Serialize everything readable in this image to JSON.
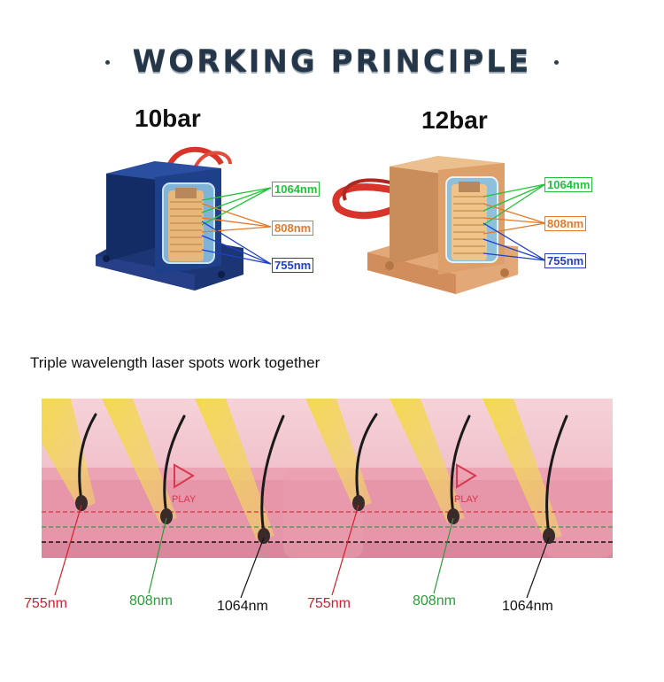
{
  "header": {
    "title": "WORKING PRINCIPLE"
  },
  "modules": [
    {
      "bar": "10bar",
      "wavelengths": [
        "1064nm",
        "808nm",
        "755nm"
      ],
      "body_color": "#1e3f8a"
    },
    {
      "bar": "12bar",
      "wavelengths": [
        "1064nm",
        "808nm",
        "755nm"
      ],
      "body_color": "#d9a06a"
    }
  ],
  "subtitle": "Triple wavelength laser spots work together",
  "diagram": {
    "play_label": "PLAY",
    "bottom_labels": [
      "755nm",
      "808nm",
      "1064nm",
      "755nm",
      "808nm",
      "1064nm"
    ]
  },
  "colors": {
    "nm1064": "#22c33a",
    "nm808": "#e27a2a",
    "nm755": "#1f3fc8",
    "label755": "#d41f2a",
    "label808": "#2e9a3a",
    "label1064": "#111111",
    "skin_top": "#f6d2d8",
    "skin_mid": "#e896a8"
  }
}
